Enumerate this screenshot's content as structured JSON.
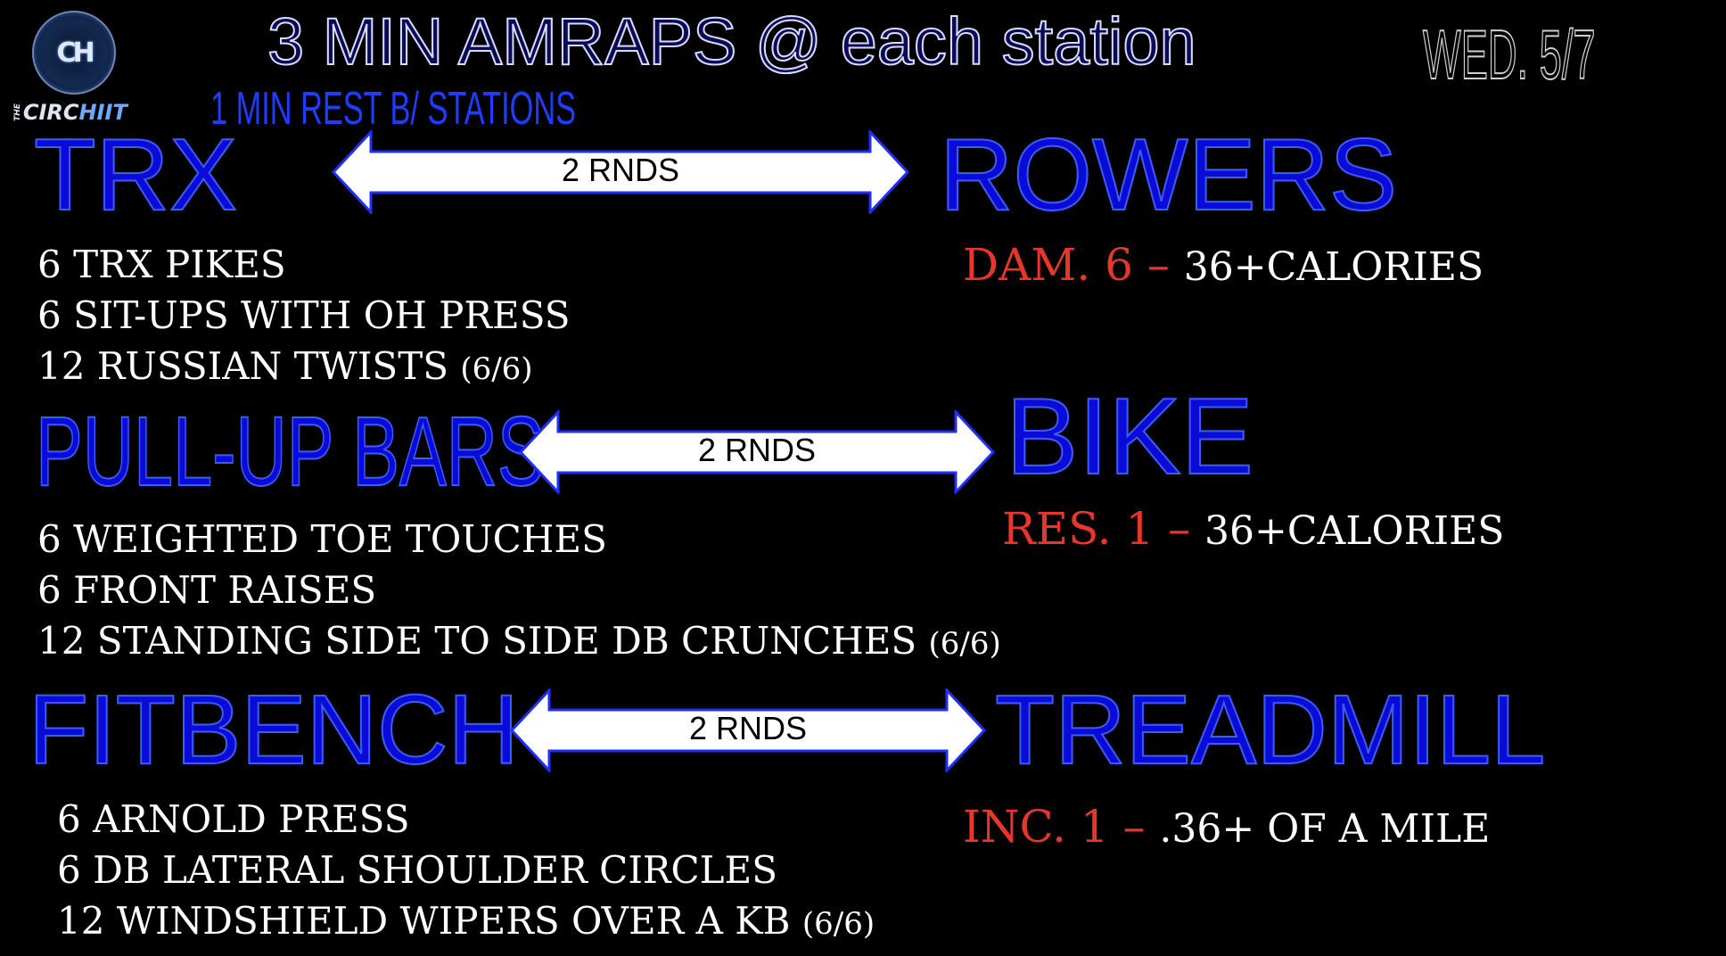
{
  "logo": {
    "monogram": "CH",
    "the": "THE",
    "brand_a": "CIRC",
    "brand_b": "HIIT"
  },
  "header": {
    "title": "3 MIN AMRAPS @ each station",
    "subtitle": "1 MIN REST B/ STATIONS",
    "date": "WED. 5/7"
  },
  "pairs": [
    {
      "left_station": "TRX",
      "right_station": "ROWERS",
      "rounds": "2 RNDS",
      "exercises": [
        {
          "text": "6 TRX PIKES",
          "note": ""
        },
        {
          "text": "6 SIT-UPS WITH OH PRESS",
          "note": ""
        },
        {
          "text": "12 RUSSIAN TWISTS ",
          "note": "(6/6)"
        }
      ],
      "cardio_setting": "DAM. 6 – ",
      "cardio_target": "36+CALORIES"
    },
    {
      "left_station": "PULL-UP BARS",
      "right_station": "BIKE",
      "rounds": "2 RNDS",
      "exercises": [
        {
          "text": "6 WEIGHTED TOE TOUCHES",
          "note": ""
        },
        {
          "text": "6 FRONT RAISES",
          "note": ""
        },
        {
          "text": "12 STANDING SIDE TO SIDE  DB CRUNCHES ",
          "note": "(6/6)"
        }
      ],
      "cardio_setting": "RES. 1 – ",
      "cardio_target": "36+CALORIES"
    },
    {
      "left_station": "FITBENCH",
      "right_station": "TREADMILL",
      "rounds": "2 RNDS",
      "exercises": [
        {
          "text": "6 ARNOLD PRESS",
          "note": ""
        },
        {
          "text": "6 DB LATERAL  SHOULDER CIRCLES",
          "note": ""
        },
        {
          "text": "12 WINDSHIELD WIPERS OVER A KB ",
          "note": "(6/6)"
        }
      ],
      "cardio_setting": "INC. 1 – ",
      "cardio_target": ".36+ OF A MILE"
    }
  ],
  "colors": {
    "station_blue": "#0b0bd8",
    "setting_red": "#e8362a",
    "arrow_fill": "#ffffff",
    "arrow_stroke": "#1f2fff"
  }
}
